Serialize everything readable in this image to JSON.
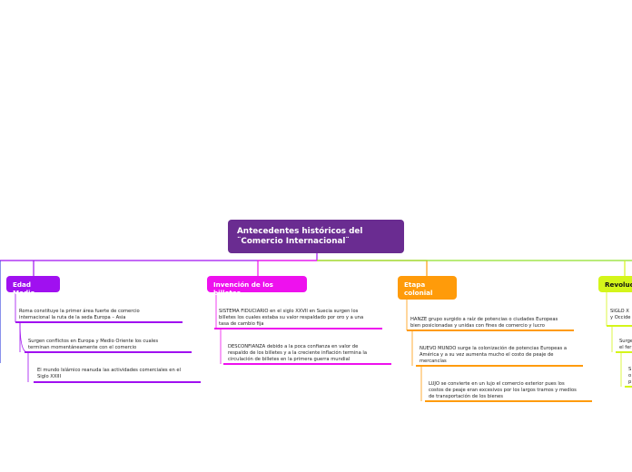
{
  "root": {
    "title": "Antecedentes históricos del\n¨Comercio Internacional¨"
  },
  "branches": [
    {
      "label": "Edad Media",
      "color": "#a010f0",
      "items": [
        "Roma constituye la primer área fuerte de comercio\ninternacional la ruta de la seda Europa – Asia",
        "Surgen conflictos en Europa y Medio Oriente los cuales\nterminan momentáneamente con el comercio",
        "El mundo Islámico reanuda las actividades comerciales en el\nSiglo XXIII"
      ]
    },
    {
      "label": "Invención de los billetes",
      "color": "#ee11ee",
      "items": [
        "SISTEMA FIDUCIARIO en el siglo XXVII en Suecia surgen los\nbilletes los cuales estaba su valor respaldado por oro y a una\ntasa de cambio fija",
        "DESCONFIANZA debido a la poca confianza en valor de\nrespaldo de los billetes y a la creciente inflación termina la\ncirculación de billetes en la primera guerra mundial"
      ]
    },
    {
      "label": "Etapa\ncolonial",
      "color": "#ff9b0a",
      "items": [
        "HANZE grupo surgido a raíz de potencias o ciudades Europeas\nbien posicionadas y unidas con fines de comercio y lucro",
        "NUEVO MUNDO surge la colonización de potencias Europeas a\nAmérica y a su vez aumenta mucho el costo de peaje de\nmercancías",
        "LUJO se convierte en un lujo el comercio exterior pues los\ncostos de peaje eran excesivos por los largos tramos y medios\nde transportación de los bienes"
      ]
    },
    {
      "label": "Revoluc",
      "color": "#d4f51a",
      "items": [
        "SIGLO X\ny Occide",
        "Surge\nel fer",
        "S\no\np"
      ]
    }
  ]
}
